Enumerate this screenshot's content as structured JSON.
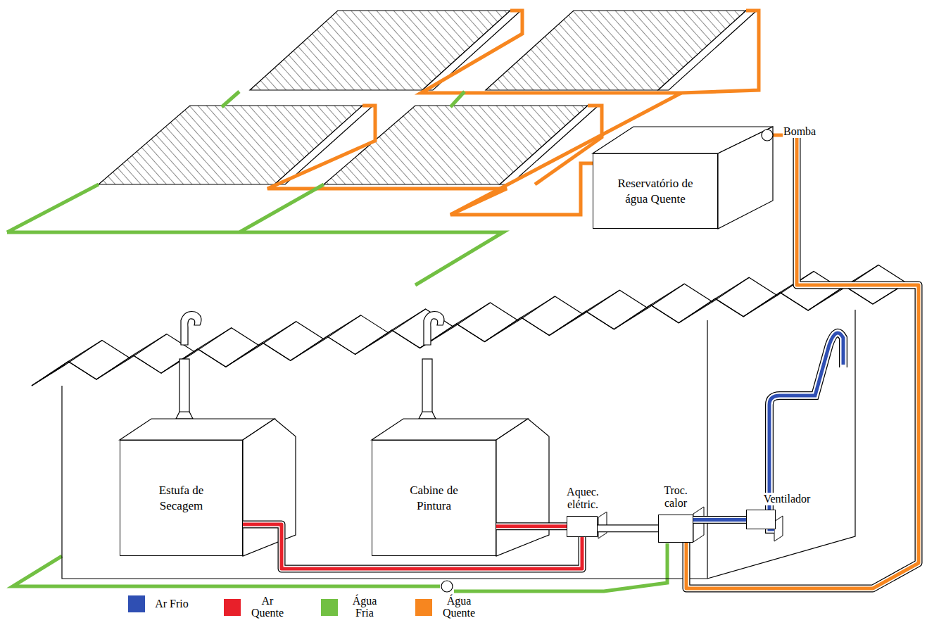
{
  "diagram": {
    "nodes": [
      {
        "text": [
          "Reservatório de água Quente"
        ]
      },
      {
        "text": [
          "Estufa de Secagem"
        ]
      },
      {
        "text": [
          "Cabine de Pintura"
        ]
      },
      {
        "text": [
          "Aquec. elétric."
        ]
      },
      {
        "text": [
          "Troc. calor"
        ]
      },
      {
        "text": [
          "Ventilador"
        ]
      }
    ],
    "edges": [
      {
        "from": 3,
        "to": 2,
        "arrow": "none"
      },
      {
        "from": 3,
        "to": 1,
        "arrow": "none"
      },
      {
        "from": 4,
        "to": 3,
        "arrow": "none"
      },
      {
        "from": 5,
        "to": 4,
        "arrow": "none"
      },
      {
        "from": 0,
        "to": 4,
        "arrow": "none"
      }
    ],
    "labels": [
      "Bomba"
    ],
    "legend": [
      {
        "text": "Ar Frio",
        "color": "#2f4fb3"
      },
      {
        "text": "Ar Quente",
        "color": "#e8202a"
      },
      {
        "text": "Água Fria",
        "color": "#72c043"
      },
      {
        "text": "Água Quente",
        "color": "#f7861f"
      }
    ]
  }
}
